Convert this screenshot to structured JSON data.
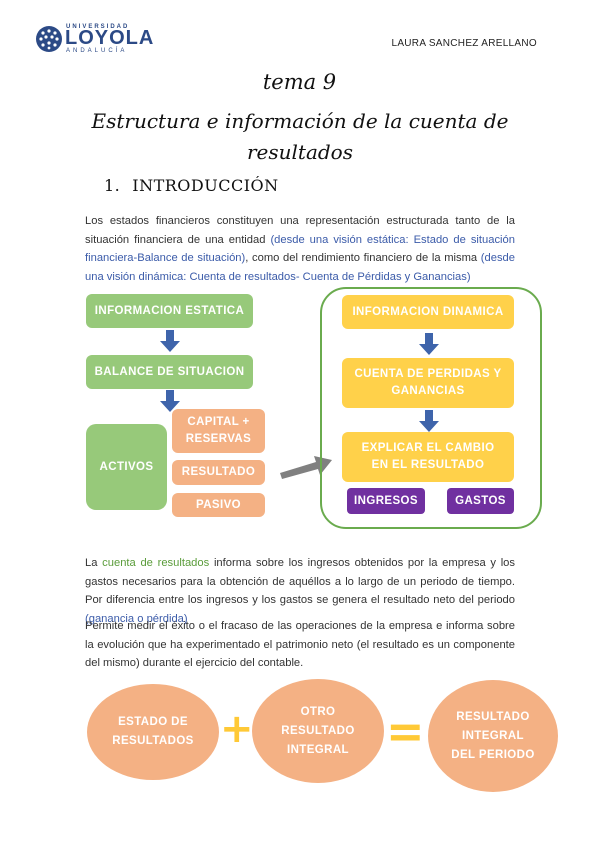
{
  "header": {
    "logo_top": "UNIVERSIDAD",
    "logo_main": "LOYOLA",
    "logo_bottom": "ANDALUCÍA",
    "author": "LAURA SANCHEZ ARELLANO"
  },
  "tema": "tema 9",
  "title": "Estructura e información de la cuenta de resultados",
  "section": {
    "number": "1.",
    "label": "INTRODUCCIÓN"
  },
  "intro": {
    "p1_a": "Los estados financieros constituyen una representación estructurada tanto de la situación financiera de una entidad ",
    "p1_b": "(desde una visión estática: Estado de situación financiera-Balance de situación)",
    "p1_c": ", como del rendimiento financiero de la misma ",
    "p1_d": "(desde una visión dinámica: Cuenta de resultados- Cuenta de Pérdidas y Ganancias)"
  },
  "diagram": {
    "static": "INFORMACION ESTATICA",
    "balance": "BALANCE DE SITUACION",
    "activos": "ACTIVOS",
    "capital": "CAPITAL + RESERVAS",
    "resultado": "RESULTADO",
    "pasivo": "PASIVO",
    "dynamic": "INFORMACION DINAMICA",
    "pyg": "CUENTA DE PERDIDAS Y GANANCIAS",
    "explicar": "EXPLICAR EL CAMBIO EN EL RESULTADO",
    "ingresos": "INGRESOS",
    "gastos": "GASTOS"
  },
  "para2": {
    "a": "La ",
    "b": "cuenta de resultados",
    "c": " informa sobre los ingresos obtenidos por la empresa y los gastos necesarios para la obtención de aquéllos a lo largo de un periodo de tiempo. Por diferencia entre los ingresos y los gastos se genera el resultado neto del periodo ",
    "d": "(ganancia o pérdida)"
  },
  "para3": "Permite medir el éxito o el fracaso de las operaciones de la empresa e informa sobre la evolución que ha experimentado el patrimonio neto (el resultado es un componente del mismo) durante el ejercicio del contable.",
  "equation": {
    "c1": "ESTADO DE RESULTADOS",
    "plus": "+",
    "c2": "OTRO RESULTADO INTEGRAL",
    "equals": "=",
    "c3": "RESULTADO INTEGRAL DEL PERIODO"
  },
  "colors": {
    "green": "#97c97a",
    "orange": "#f4b184",
    "yellow": "#ffd14a",
    "purple": "#7030a0",
    "arrow_blue": "#3e64ab"
  }
}
